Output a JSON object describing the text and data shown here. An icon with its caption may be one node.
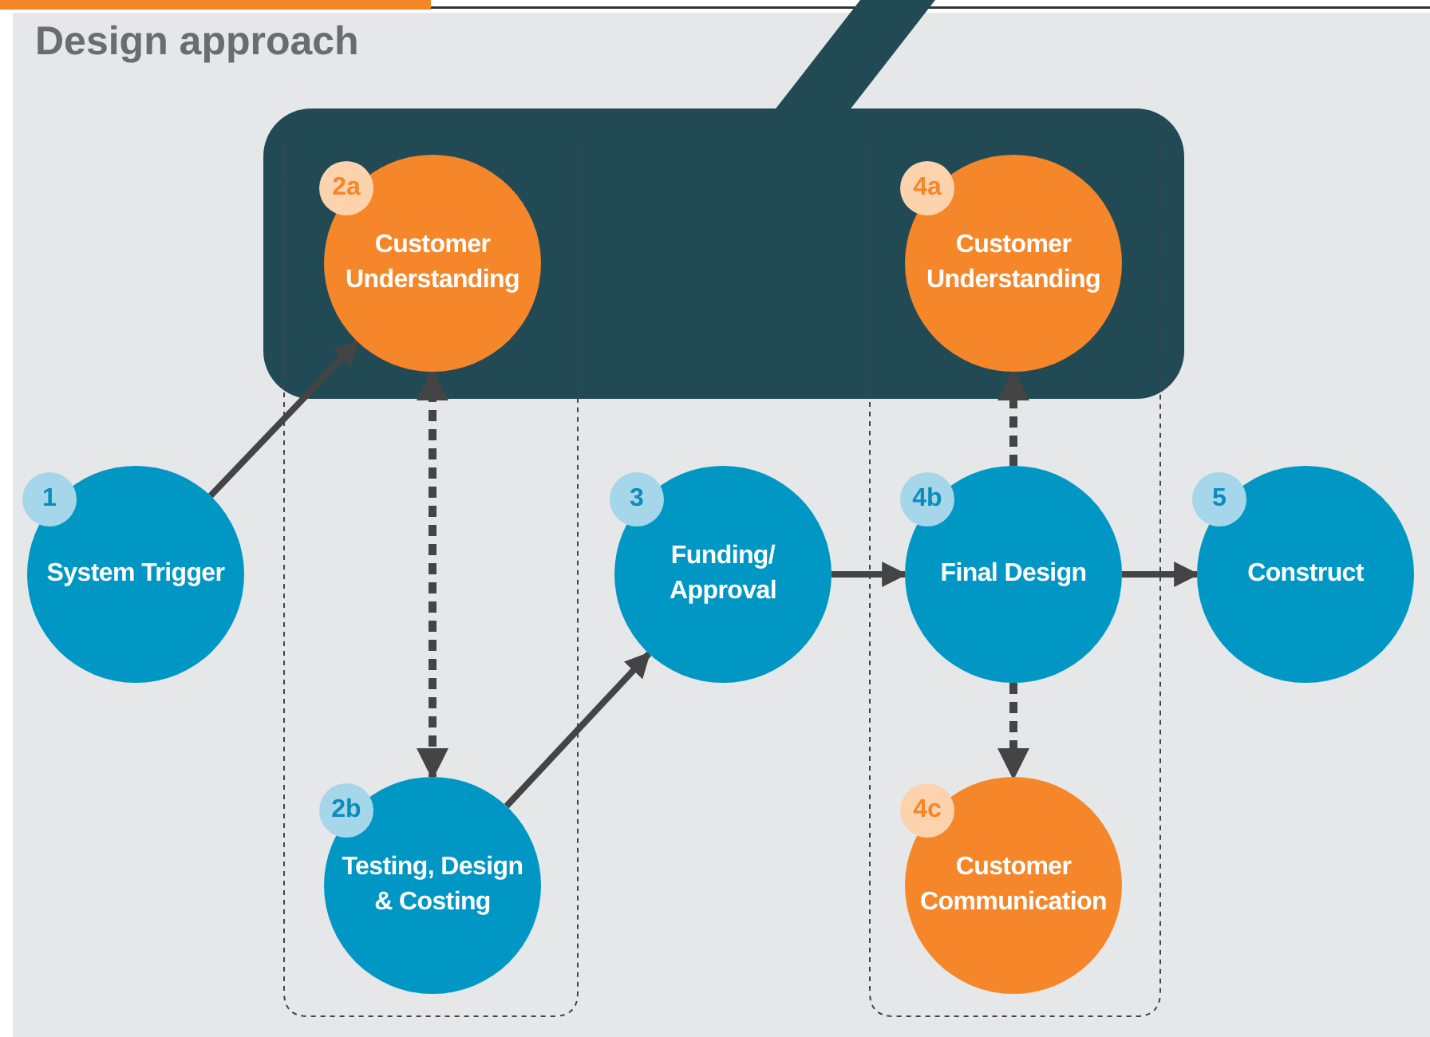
{
  "diagram": {
    "title": "Design approach",
    "nodes": [
      {
        "text": [
          "2a",
          "Customer Understanding"
        ]
      },
      {
        "text": [
          "4a",
          "Customer Understanding"
        ]
      },
      {
        "text": [
          "1",
          "System Trigger"
        ]
      },
      {
        "text": [
          "3",
          "Funding/ Approval"
        ]
      },
      {
        "text": [
          "4b",
          "Final Design"
        ]
      },
      {
        "text": [
          "5",
          "Construct"
        ]
      },
      {
        "text": [
          "2b",
          "Testing, Design & Costing"
        ]
      },
      {
        "text": [
          "4c",
          "Customer Communication"
        ]
      }
    ],
    "edges": [
      {
        "from": 2,
        "to": 0,
        "arrow": "to"
      },
      {
        "from": 0,
        "to": 6,
        "arrow": "both",
        "style": "dashed"
      },
      {
        "from": 6,
        "to": 3,
        "arrow": "to"
      },
      {
        "from": 3,
        "to": 4,
        "arrow": "to"
      },
      {
        "from": 4,
        "to": 5,
        "arrow": "to"
      },
      {
        "from": 4,
        "to": 1,
        "arrow": "to",
        "style": "dashed"
      },
      {
        "from": 4,
        "to": 7,
        "arrow": "to",
        "style": "dashed"
      }
    ]
  }
}
